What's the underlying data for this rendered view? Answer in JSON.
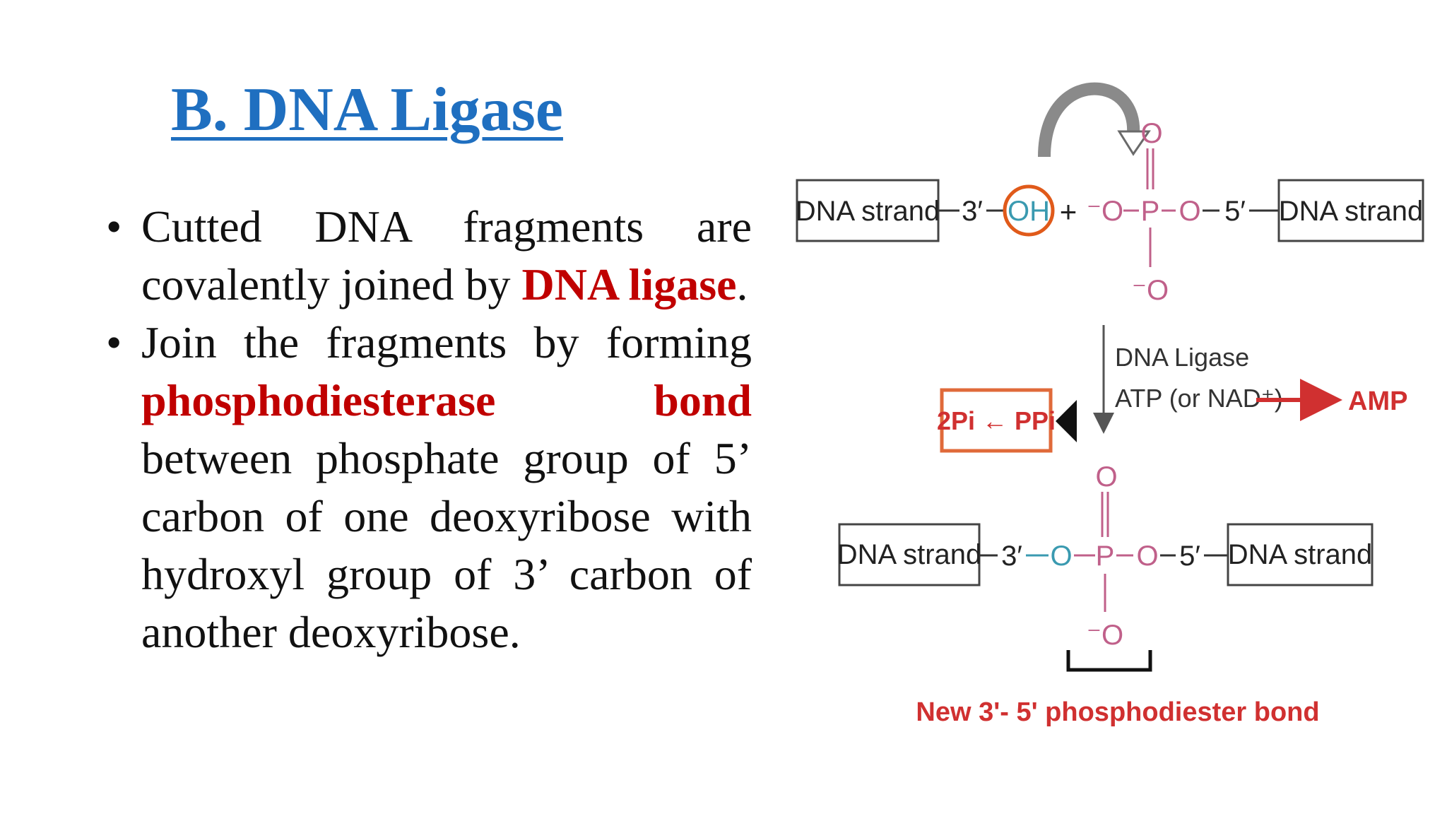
{
  "title": "B. DNA Ligase",
  "bullets": [
    {
      "text_before": "Cutted DNA fragments are covalently joined by ",
      "emphasis": "DNA ligase",
      "text_after": "."
    },
    {
      "text_before": "Join the fragments by forming ",
      "emphasis": "phosphodiesterase bond",
      "text_after": " between phosphate group of 5’ carbon of one deoxyribose with hydroxyl group of 3’ carbon of another deoxyribose."
    }
  ],
  "diagram": {
    "strand_label": "DNA strand",
    "three_prime": "3′",
    "five_prime": "5′",
    "hydroxyl": "OH",
    "plus": "+",
    "o_minus": "⁻O",
    "o_atom": "O",
    "p_atom": "P",
    "enzyme_label": "DNA Ligase",
    "cofactor_label": "ATP (or NAD⁺)",
    "byproduct_label": "AMP",
    "pyrophosphate_label": "2Pi ← PPi",
    "new_bond_label": "New 3'- 5' phosphodiester bond",
    "colors": {
      "box_border": "#444444",
      "oh_circle": "#e05a1a",
      "phosphate_pink": "#c0608a",
      "oxygen_teal": "#3a9ab0",
      "red_label": "#d03030",
      "orange_box": "#e06a3a",
      "arrow_gray": "#8a8a8a"
    }
  }
}
